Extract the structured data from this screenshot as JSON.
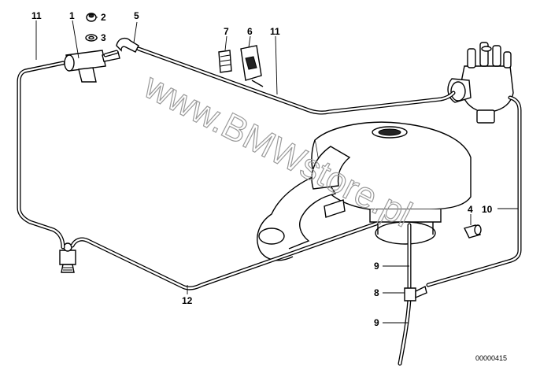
{
  "callouts": [
    {
      "id": "c11a",
      "text": "11"
    },
    {
      "id": "c1",
      "text": "1"
    },
    {
      "id": "c2",
      "text": "2"
    },
    {
      "id": "c3",
      "text": "3"
    },
    {
      "id": "c5",
      "text": "5"
    },
    {
      "id": "c7",
      "text": "7"
    },
    {
      "id": "c6",
      "text": "6"
    },
    {
      "id": "c11b",
      "text": "11"
    },
    {
      "id": "c4",
      "text": "4"
    },
    {
      "id": "c10",
      "text": "10"
    },
    {
      "id": "c9a",
      "text": "9"
    },
    {
      "id": "c8",
      "text": "8"
    },
    {
      "id": "c9b",
      "text": "9"
    },
    {
      "id": "c12",
      "text": "12"
    }
  ],
  "diagram_code": "00000415",
  "watermark": "www.BMWstore.pl"
}
